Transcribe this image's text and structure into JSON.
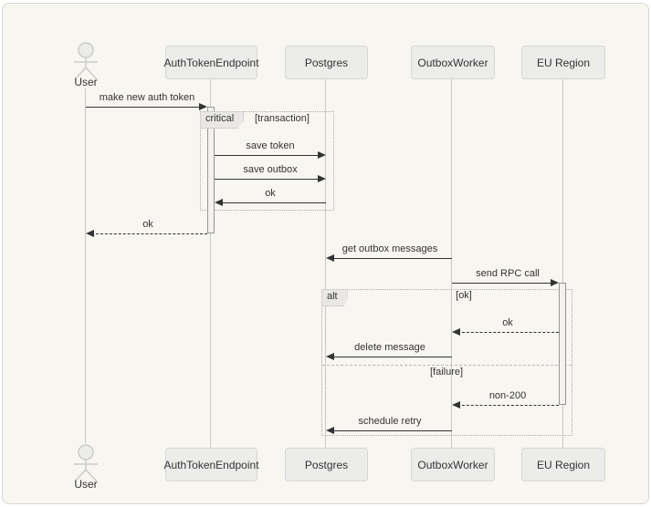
{
  "diagram": {
    "type": "sequence-diagram",
    "actors": [
      {
        "id": "user",
        "label": "User",
        "kind": "actor"
      },
      {
        "id": "auth",
        "label": "AuthTokenEndpoint",
        "kind": "participant"
      },
      {
        "id": "postgres",
        "label": "Postgres",
        "kind": "participant"
      },
      {
        "id": "outbox",
        "label": "OutboxWorker",
        "kind": "participant"
      },
      {
        "id": "eu",
        "label": "EU Region",
        "kind": "participant"
      }
    ],
    "messages": [
      {
        "label": "make new auth token",
        "from": "User",
        "to": "AuthTokenEndpoint",
        "line": "solid"
      },
      {
        "label": "save token",
        "from": "AuthTokenEndpoint",
        "to": "Postgres",
        "line": "solid"
      },
      {
        "label": "save outbox",
        "from": "AuthTokenEndpoint",
        "to": "Postgres",
        "line": "solid"
      },
      {
        "label": "ok",
        "from": "Postgres",
        "to": "AuthTokenEndpoint",
        "line": "solid"
      },
      {
        "label": "ok",
        "from": "AuthTokenEndpoint",
        "to": "User",
        "line": "dashed"
      },
      {
        "label": "get outbox messages",
        "from": "OutboxWorker",
        "to": "Postgres",
        "line": "solid"
      },
      {
        "label": "send RPC call",
        "from": "OutboxWorker",
        "to": "EU Region",
        "line": "solid"
      },
      {
        "label": "ok",
        "from": "EU Region",
        "to": "OutboxWorker",
        "line": "dashed"
      },
      {
        "label": "delete message",
        "from": "OutboxWorker",
        "to": "Postgres",
        "line": "solid"
      },
      {
        "label": "non-200",
        "from": "EU Region",
        "to": "OutboxWorker",
        "line": "dashed"
      },
      {
        "label": "schedule retry",
        "from": "OutboxWorker",
        "to": "Postgres",
        "line": "solid"
      }
    ],
    "blocks": [
      {
        "kind": "critical",
        "label": "critical",
        "sections": [
          {
            "label": "[transaction]"
          }
        ]
      },
      {
        "kind": "alt",
        "label": "alt",
        "sections": [
          {
            "label": "[ok]"
          },
          {
            "label": "[failure]"
          }
        ]
      }
    ],
    "colors": {
      "background": "#f8f6f1",
      "actor_fill": "#ececeb",
      "actor_border": "#d6d6d4",
      "lifeline": "#c8c8c6",
      "message_ink": "#333333",
      "block_border": "#a9a9a7",
      "block_label_fill": "#e9e8e6",
      "activation_fill": "#f3f2ef",
      "activation_border": "#969696"
    }
  }
}
